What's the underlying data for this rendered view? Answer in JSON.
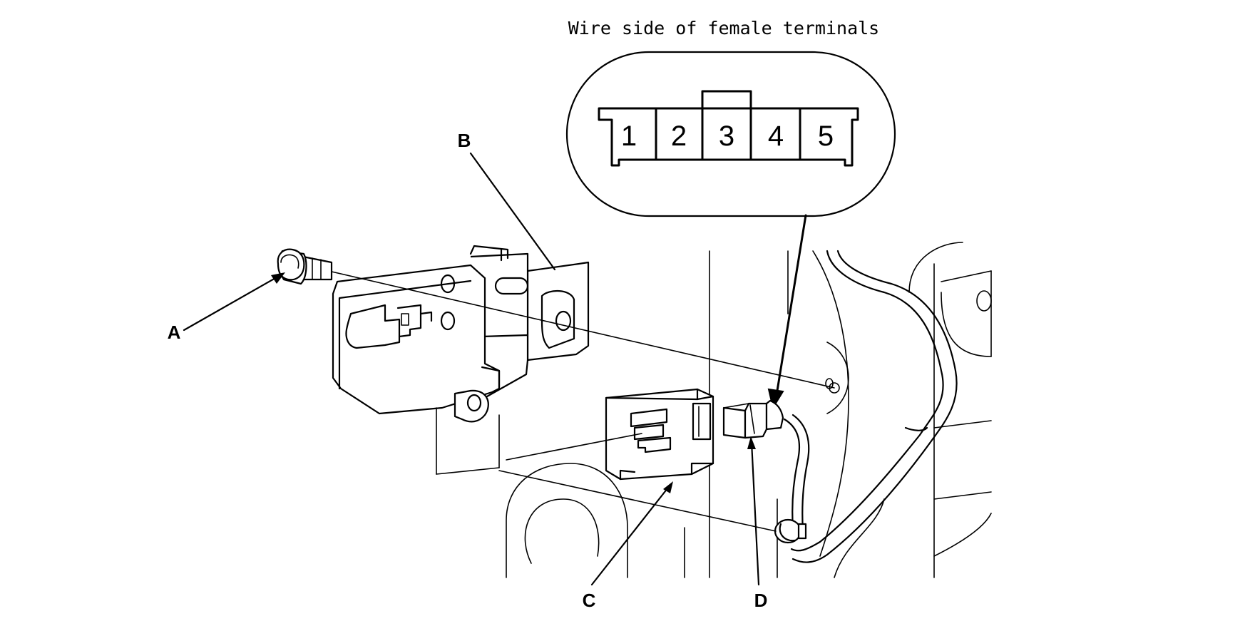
{
  "caption": "Wire side of female terminals",
  "connector_pins": [
    "1",
    "2",
    "3",
    "4",
    "5"
  ],
  "callouts": {
    "a": "A",
    "b": "B",
    "c": "C",
    "d": "D"
  }
}
